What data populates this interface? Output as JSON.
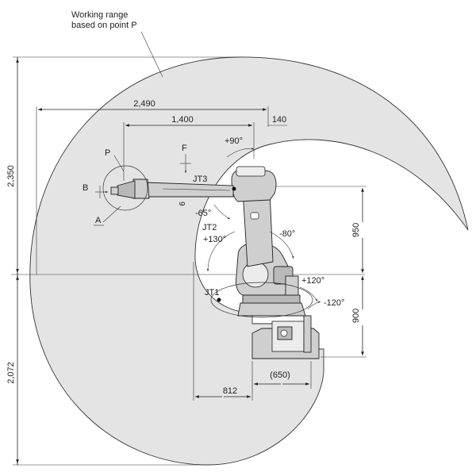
{
  "title_line1": "Working range",
  "title_line2": "based on point P",
  "dimensions": {
    "d2490": "2,490",
    "d1400": "1,400",
    "d140": "140",
    "d2350": "2,350",
    "d2072": "2,072",
    "d950": "950",
    "d900": "900",
    "d812": "812",
    "d650": "(650)"
  },
  "joints": {
    "jt1": "JT1",
    "jt2": "JT2",
    "jt3": "JT3"
  },
  "angles": {
    "a_plus90": "+90°",
    "a_minus65": "-65°",
    "a_plus130": "+130°",
    "a_minus80": "-80°",
    "a_plus120": "+120°",
    "a_minus120": "-120°"
  },
  "views": {
    "p": "P",
    "a": "A",
    "b": "B",
    "f": "F",
    "small_mark": "9"
  },
  "colors": {
    "range_fill": "#e4e4e4",
    "range_stroke": "#333333",
    "robot_fill": "#cfcfcf"
  }
}
